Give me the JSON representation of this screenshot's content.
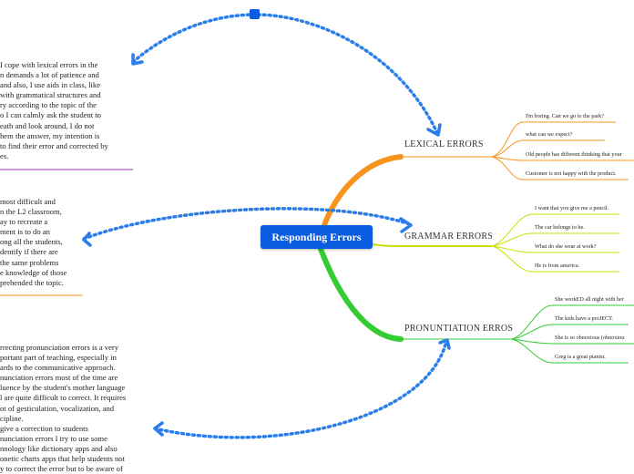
{
  "central_topic": "Responding Errors",
  "branches": [
    {
      "label": "LEXICAL ERRORS",
      "color": "#f7941d",
      "leaves": [
        "I'm boring. Can we go to the park?",
        "what can we expect?",
        "Old people has different thinking that your",
        "Customer is not happy with the product."
      ]
    },
    {
      "label": "GRAMMAR ERRORS",
      "color": "#c8e000",
      "leaves": [
        "I want that you give me a pencil.",
        "The car belongs to he.",
        "What do she wear at work?",
        "He is from america."
      ]
    },
    {
      "label": "PRONUNTIATION ERROS",
      "color": "#33cc33",
      "leaves": [
        "She workED all night with her",
        "The kids have a proJECT.",
        "She is so obnoxious (obnoxiou",
        "Greg is a great pianist."
      ]
    }
  ],
  "notes": [
    {
      "color": "#9b30c8",
      "lines": [
        "I cope with lexical errors in the",
        "n demands a lot of patience and",
        "and also, I use aids in class, like",
        " with grammatical structures and",
        "ry according to the topic of the",
        "o I can calmly ask the student to",
        "eath and look around, I do not",
        "hem the answer, my intention is",
        "to find their error and corrected by",
        "es."
      ]
    },
    {
      "color": "#f7941d",
      "lines": [
        "most difficult and",
        "n the L2 classroom,",
        "ay to recreate a",
        "ment is to do an",
        "ong all the students,",
        "dentify if there are",
        " the same problems",
        "e knowledge of those",
        "prehended the topic."
      ]
    },
    {
      "color": "#33cc33",
      "lines": [
        "rrecting pronunciation errors is a very",
        "portant part of teaching, especially in",
        "ards to the communicative approach.",
        "nunciation errors most of the time are",
        "luence by the student's mother language",
        "l are quite difficult to correct. It requires",
        "ot of gesticulation, vocalization, and",
        "cipline.",
        " give a correction to students",
        "nunciation errors I try to use some",
        "nnology like dictionary apps and also",
        "onetic charts apps that help students not",
        "y to correct the error but to be aware of"
      ]
    }
  ],
  "connector_color": "#2b7de9"
}
